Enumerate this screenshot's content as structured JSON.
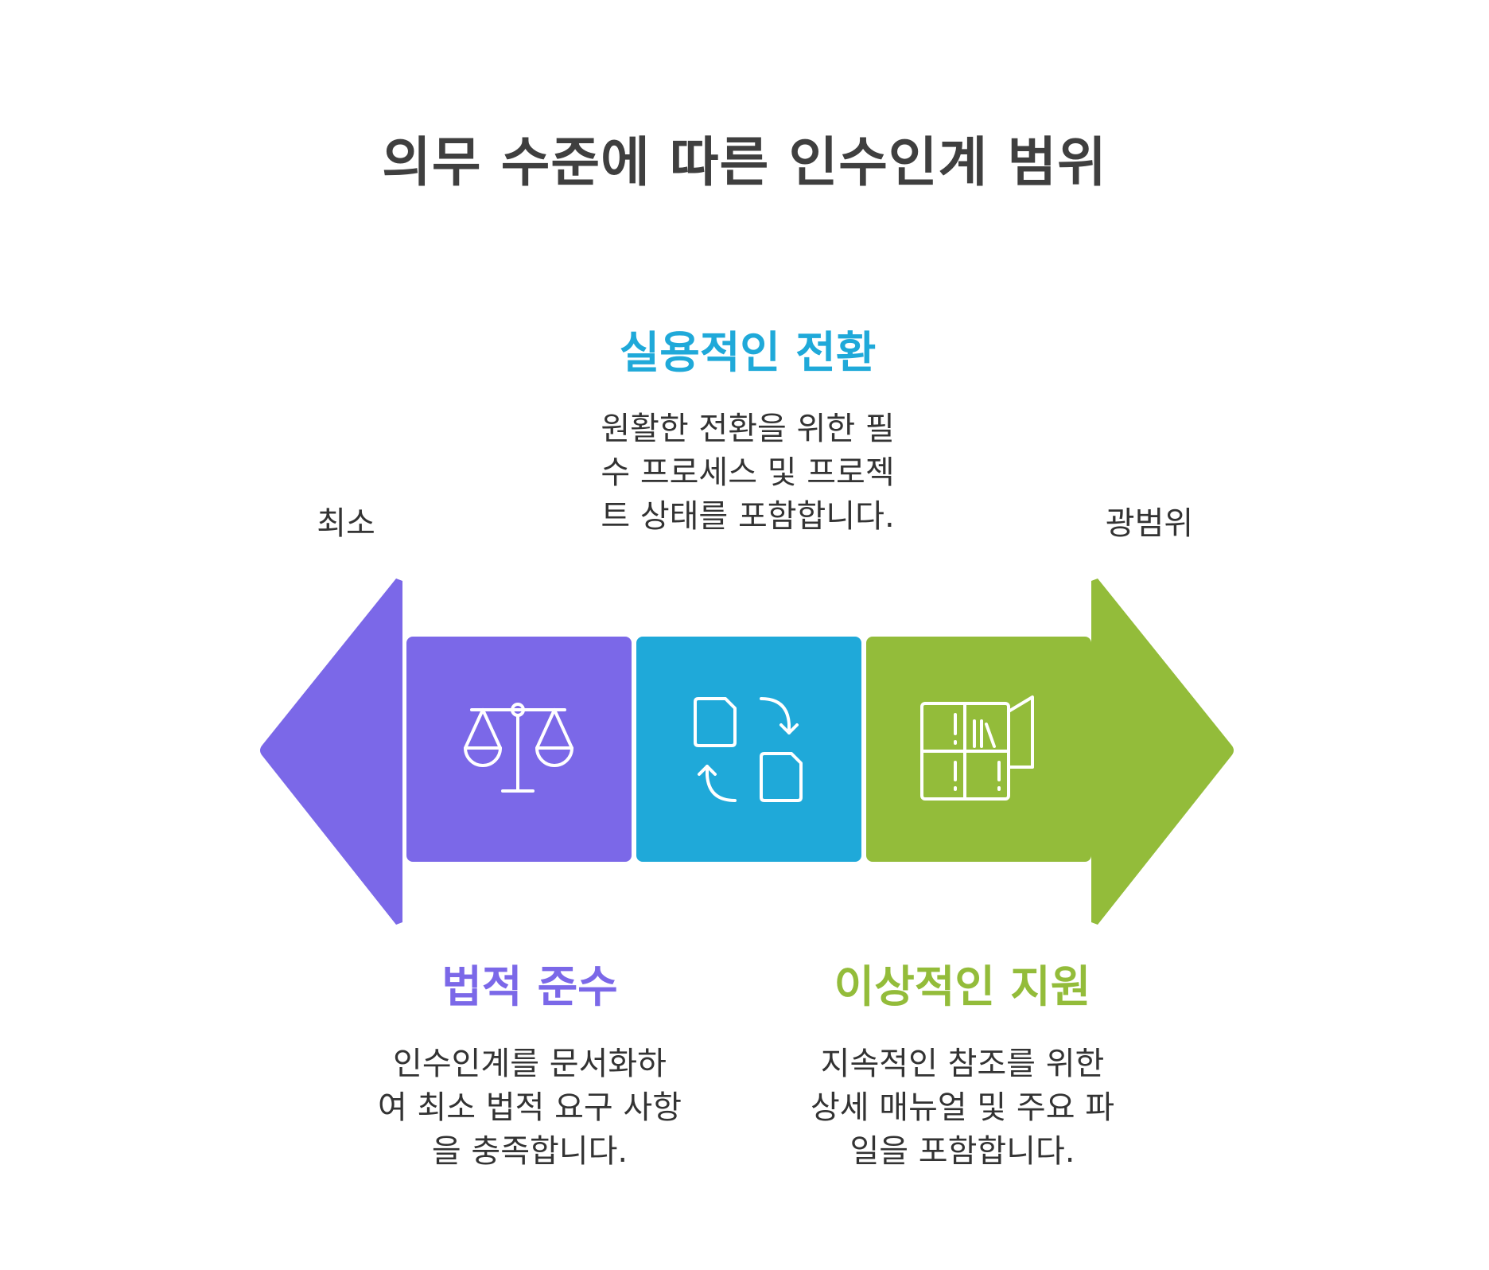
{
  "title": "의무 수준에 따른 인수인계 범위",
  "scale": {
    "min_label": "최소",
    "max_label": "광범위"
  },
  "stages": [
    {
      "heading": "법적 준수",
      "description": "인수인계를 문서화하여 최소 법적 요구 사항을 충족합니다.",
      "desc_lines": [
        "인수인계를 문서화하",
        "여 최소 법적 요구 사항",
        "을 충족합니다."
      ],
      "color": "#7b68e8",
      "icon": "scales-icon"
    },
    {
      "heading": "실용적인 전환",
      "description": "원활한 전환을 위한 필수 프로세스 및 프로젝트 상태를 포함합니다.",
      "desc_lines": [
        "원활한 전환을 위한 필",
        "수 프로세스 및 프로젝",
        "트 상태를 포함합니다."
      ],
      "color": "#1fa9d9",
      "icon": "document-exchange-icon"
    },
    {
      "heading": "이상적인 지원",
      "description": "지속적인 참조를 위한 상세 매뉴얼 및 주요 파일을 포함합니다.",
      "desc_lines": [
        "지속적인 참조를 위한",
        "상세 매뉴얼 및 주요 파",
        "일을 포함합니다."
      ],
      "color": "#93bc3a",
      "icon": "file-cabinet-icon"
    }
  ]
}
